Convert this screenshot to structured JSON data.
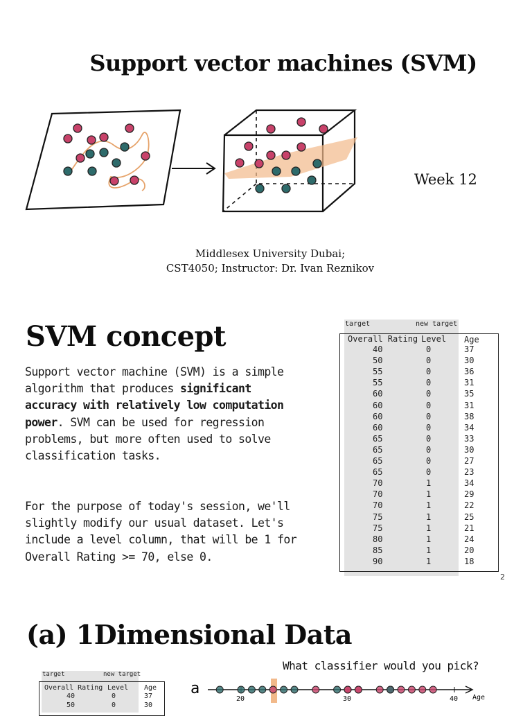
{
  "slide1": {
    "title": "Support vector machines (SVM)",
    "week": "Week 12",
    "affiliation_line1": "Middlesex University Dubai;",
    "affiliation_line2": "CST4050; Instructor: Dr. Ivan Reznikov"
  },
  "slide2": {
    "title": "SVM concept",
    "para1_a": "Support vector machine (SVM) is a simple algorithm that produces ",
    "para1_bold": "significant accuracy with relatively low computation power",
    "para1_b": ". SVM can be used for regression problems, but more often used to solve classification tasks.",
    "para2": "For the purpose of today's session, we'll slightly modify our usual dataset. Let's include a level column, that will be 1 for Overall Rating >= 70, else 0.",
    "page_number": "2",
    "table": {
      "label_target": "target",
      "label_new_target": "new target",
      "headers": [
        "Overall Rating",
        "Level",
        "Age"
      ],
      "rows": [
        [
          "40",
          "0",
          "37"
        ],
        [
          "50",
          "0",
          "30"
        ],
        [
          "55",
          "0",
          "36"
        ],
        [
          "55",
          "0",
          "31"
        ],
        [
          "60",
          "0",
          "35"
        ],
        [
          "60",
          "0",
          "31"
        ],
        [
          "60",
          "0",
          "38"
        ],
        [
          "60",
          "0",
          "34"
        ],
        [
          "65",
          "0",
          "33"
        ],
        [
          "65",
          "0",
          "30"
        ],
        [
          "65",
          "0",
          "27"
        ],
        [
          "65",
          "0",
          "23"
        ],
        [
          "70",
          "1",
          "34"
        ],
        [
          "70",
          "1",
          "29"
        ],
        [
          "70",
          "1",
          "22"
        ],
        [
          "75",
          "1",
          "25"
        ],
        [
          "75",
          "1",
          "21"
        ],
        [
          "80",
          "1",
          "24"
        ],
        [
          "85",
          "1",
          "20"
        ],
        [
          "90",
          "1",
          "18"
        ]
      ]
    }
  },
  "slide3": {
    "title": "(a) 1Dimensional Data",
    "question": "What classifier would you pick?",
    "axis_letter": "a",
    "axis_label": "Age",
    "ticks": [
      "20",
      "30",
      "40"
    ],
    "table": {
      "label_target": "target",
      "label_new_target": "new target",
      "headers": [
        "Overall Rating",
        "Level",
        "Age"
      ],
      "rows": [
        [
          "40",
          "0",
          "37"
        ],
        [
          "50",
          "0",
          "30"
        ]
      ]
    }
  },
  "colors": {
    "pink": "#c8426a",
    "teal": "#2e6b6b",
    "orange": "#f2b98a",
    "grey_band": "#e3e3e3"
  }
}
